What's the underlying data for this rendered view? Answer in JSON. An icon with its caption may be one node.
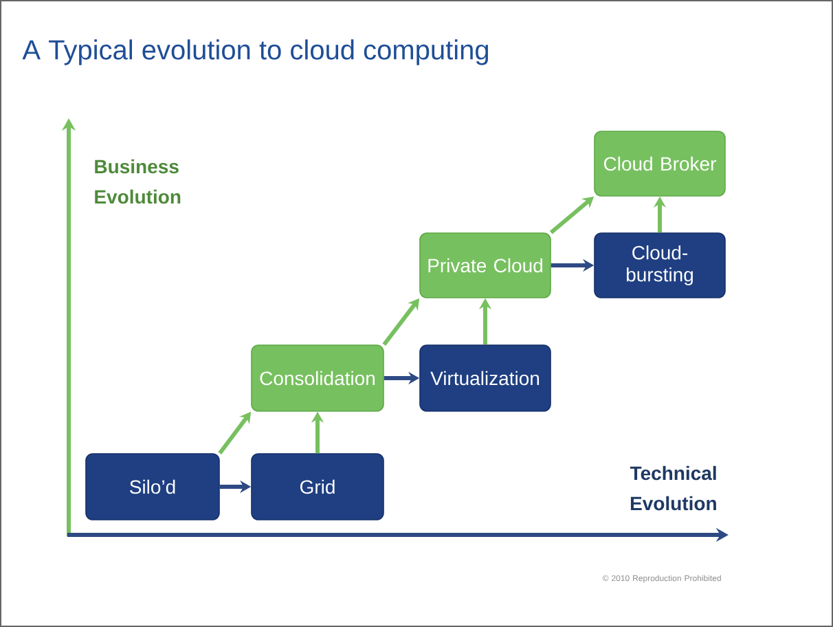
{
  "diagram": {
    "title": "A Typical evolution to cloud computing",
    "nodes": [
      {
        "text": [
          "Silo’d"
        ]
      },
      {
        "text": [
          "Grid"
        ]
      },
      {
        "text": [
          "Consolidation"
        ]
      },
      {
        "text": [
          "Virtualization"
        ]
      },
      {
        "text": [
          "Private Cloud"
        ]
      },
      {
        "text": [
          "Cloud- bursting"
        ]
      },
      {
        "text": [
          "Cloud Broker"
        ]
      }
    ],
    "edges": [
      {
        "from": 0,
        "to": 1,
        "arrow": "to",
        "color": "#2e4a84"
      },
      {
        "from": 0,
        "to": 2,
        "arrow": "to"
      },
      {
        "from": 1,
        "to": 2,
        "arrow": "to"
      },
      {
        "from": 2,
        "to": 3,
        "arrow": "to",
        "color": "#2e4a84"
      },
      {
        "from": 2,
        "to": 4,
        "arrow": "to"
      },
      {
        "from": 3,
        "to": 4,
        "arrow": "to"
      },
      {
        "from": 4,
        "to": 5,
        "arrow": "to",
        "color": "#2e4a84"
      },
      {
        "from": 4,
        "to": 6,
        "arrow": "to"
      },
      {
        "from": 5,
        "to": 6,
        "arrow": "to"
      }
    ],
    "labels": [
      "Business Evolution",
      "Technical Evolution",
      "© 2010 Reproduction Prohibited"
    ]
  }
}
